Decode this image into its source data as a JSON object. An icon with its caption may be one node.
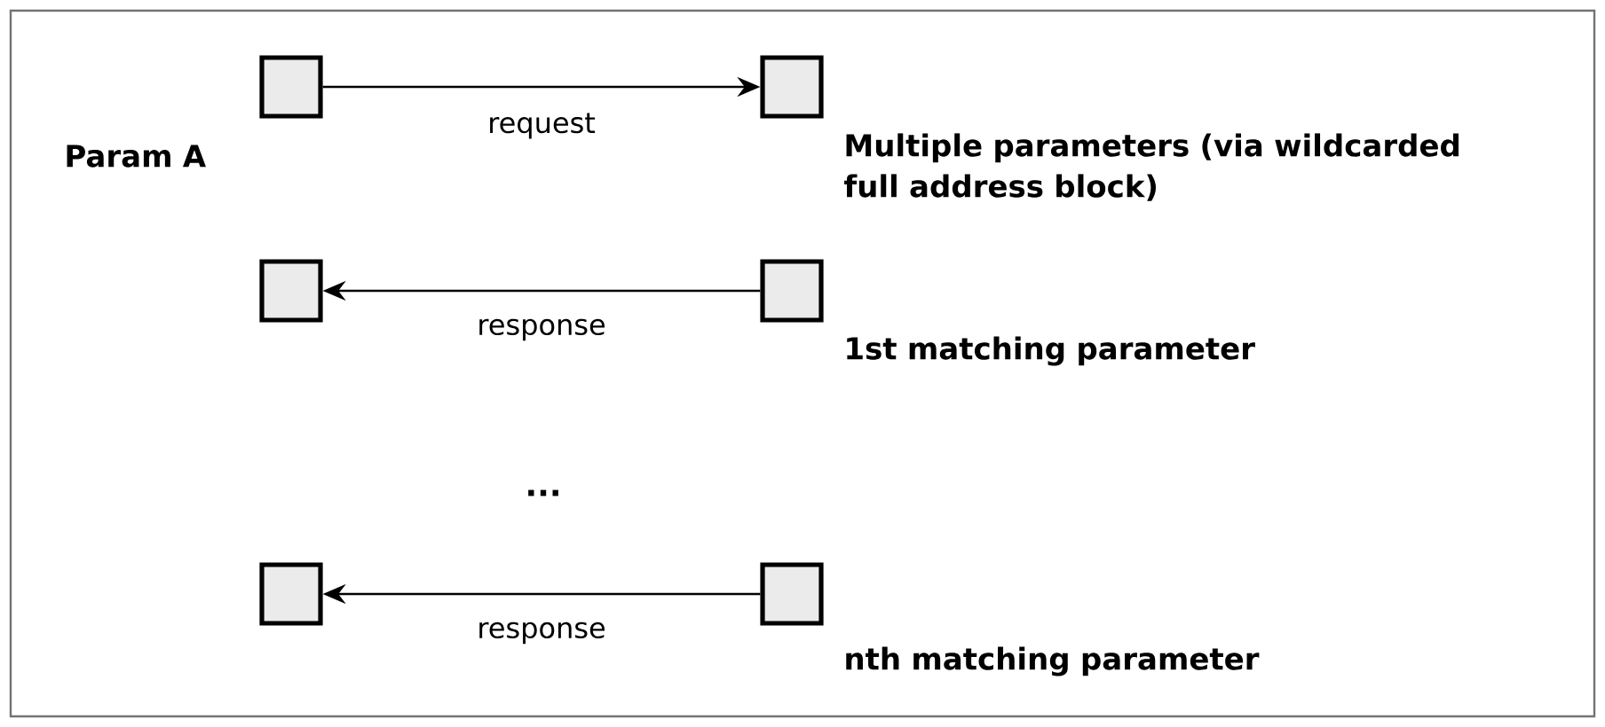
{
  "diagram": {
    "nodes": [
      {
        "text": [],
        "shape": "box",
        "beside": [
          "Param A"
        ]
      },
      {
        "text": [],
        "shape": "box",
        "beside": [
          "Multiple parameters (via wildcarded full address block)"
        ]
      },
      {
        "text": [],
        "shape": "box"
      },
      {
        "text": [],
        "shape": "box",
        "beside": [
          "1st matching parameter"
        ]
      },
      {
        "text": [],
        "shape": "box"
      },
      {
        "text": [],
        "shape": "box",
        "beside": [
          "nth matching parameter"
        ]
      }
    ],
    "edges": [
      {
        "from": 0,
        "to": 1,
        "arrow": "to",
        "label": "request"
      },
      {
        "from": 3,
        "to": 2,
        "arrow": "to",
        "label": "response"
      },
      {
        "from": 5,
        "to": 4,
        "arrow": "to",
        "label": "response"
      }
    ],
    "labels": [
      "..."
    ]
  }
}
